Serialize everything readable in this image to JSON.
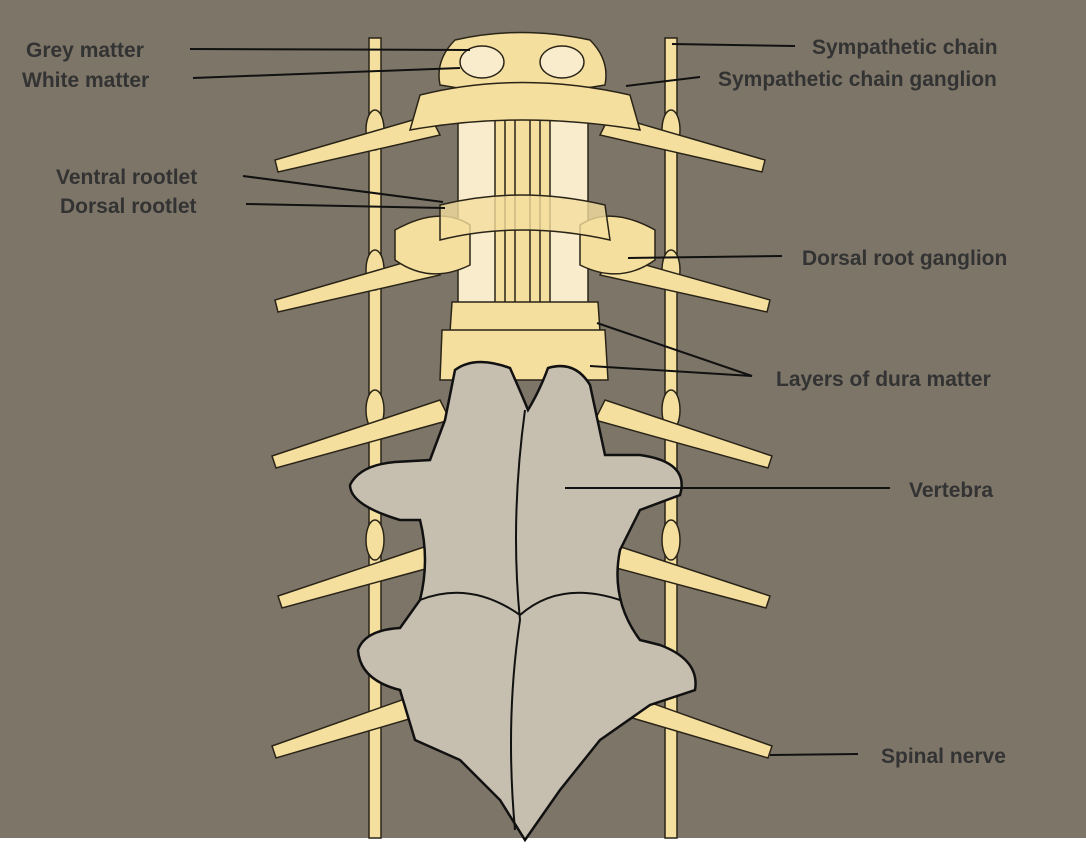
{
  "colors": {
    "background": "#7d7568",
    "nerve": "#f4df9e",
    "nerve_outline": "#2a2418",
    "bone": "#c6beaf",
    "label_text": "#333333"
  },
  "labels": {
    "grey_matter": "Grey matter",
    "white_matter": "White matter",
    "sympathetic_chain": "Sympathetic chain",
    "sympathetic_chain_ganglion": "Sympathetic chain ganglion",
    "ventral_rootlet": "Ventral rootlet",
    "dorsal_rootlet": "Dorsal rootlet",
    "dorsal_root_ganglion": "Dorsal root ganglion",
    "layers_of_dura_matter": "Layers of dura matter",
    "vertebra": "Vertebra",
    "spinal_nerve": "Spinal nerve"
  }
}
